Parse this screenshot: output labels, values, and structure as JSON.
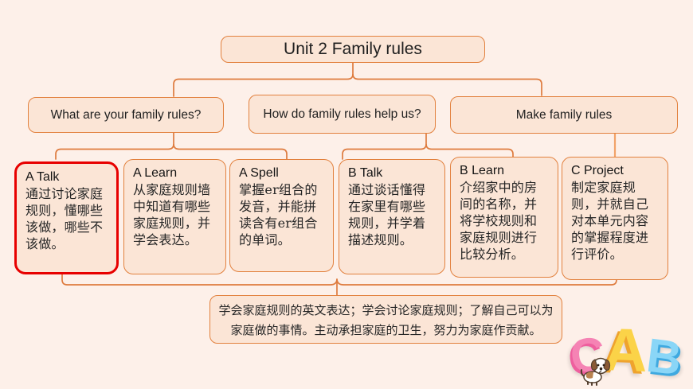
{
  "title": "Unit 2 Family rules",
  "branches": [
    {
      "label": "What are your family rules?"
    },
    {
      "label": "How do family rules help us?"
    },
    {
      "label": "Make  family rules"
    }
  ],
  "lessons": [
    {
      "heading": "A Talk",
      "text": "通过讨论家庭规则，懂哪些该做，哪些不该做。",
      "highlighted": true
    },
    {
      "heading": "A Learn",
      "text": "从家庭规则墙中知道有哪些家庭规则，并学会表达。",
      "highlighted": false
    },
    {
      "heading": "A Spell",
      "text": "掌握er组合的发音，并能拼读含有er组合的单词。",
      "highlighted": false
    },
    {
      "heading": "B Talk",
      "text": "通过谈话懂得在家里有哪些规则，并学着描述规则。",
      "highlighted": false
    },
    {
      "heading": "B Learn",
      "text": "介绍家中的房间的名称，并将学校规则和家庭规则进行比较分析。",
      "highlighted": false
    },
    {
      "heading": "C Project",
      "text": "制定家庭规则，并就自己对本单元内容的掌握程度进行评价。",
      "highlighted": false
    }
  ],
  "summary": "学会家庭规则的英文表达；学会讨论家庭规则；了解自己可以为家庭做的事情。主动承担家庭的卫生，努力为家庭作贡献。",
  "logo": {
    "letter_c": "C",
    "letter_a": "A",
    "letter_b": "B",
    "mascot": "puppy-icon"
  },
  "colors": {
    "background": "#FDF0E9",
    "box_fill": "#FBE5D6",
    "box_border": "#E2813E",
    "highlight_border": "#E70000",
    "connector": "#DE7B3E",
    "connector_light": "#F2A368",
    "logo_pink": "#F583B4",
    "logo_yellow": "#FBD348",
    "logo_blue": "#8AD6F7"
  }
}
